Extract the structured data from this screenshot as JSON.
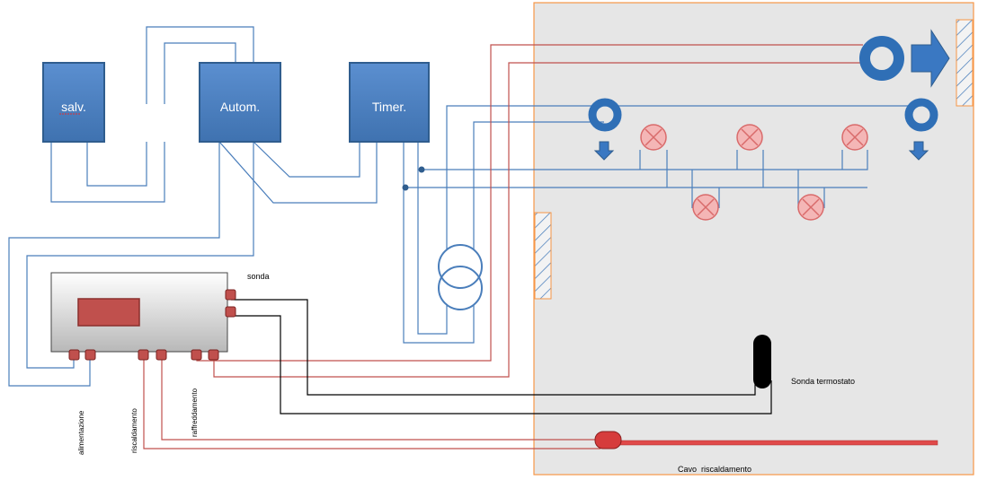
{
  "boxes": {
    "salv": "salv.",
    "autom": "Autom.",
    "timer": "Timer."
  },
  "labels": {
    "sonda": "sonda",
    "sonda_termostato": "Sonda termostato",
    "cavo_riscaldamento": "Cavo  riscaldamento",
    "alimentazione": "alimentazione",
    "riscaldamento": "riscaldamento",
    "raffreddamento": "raffreddamento"
  },
  "colors": {
    "box_fill": "#4a7ebb",
    "box_stroke": "#2f5d8e",
    "wire_blue": "#4a7ebb",
    "wire_red": "#c0504d",
    "wire_black": "#000000",
    "room_fill": "#e6e6e6",
    "room_stroke": "#f79646",
    "lamp_fill": "#f4b6b6",
    "lamp_stroke": "#d96b6b",
    "display_fill": "#c0504d",
    "heater": "#e04a4a"
  },
  "icons": {
    "fan": "ring-fan-icon",
    "arrow_right": "arrow-right-icon",
    "arrow_down": "arrow-down-icon",
    "lamp": "lamp-cross-icon",
    "transformer": "transformer-icon",
    "probe": "probe-icon",
    "window": "hatched-window-icon"
  }
}
